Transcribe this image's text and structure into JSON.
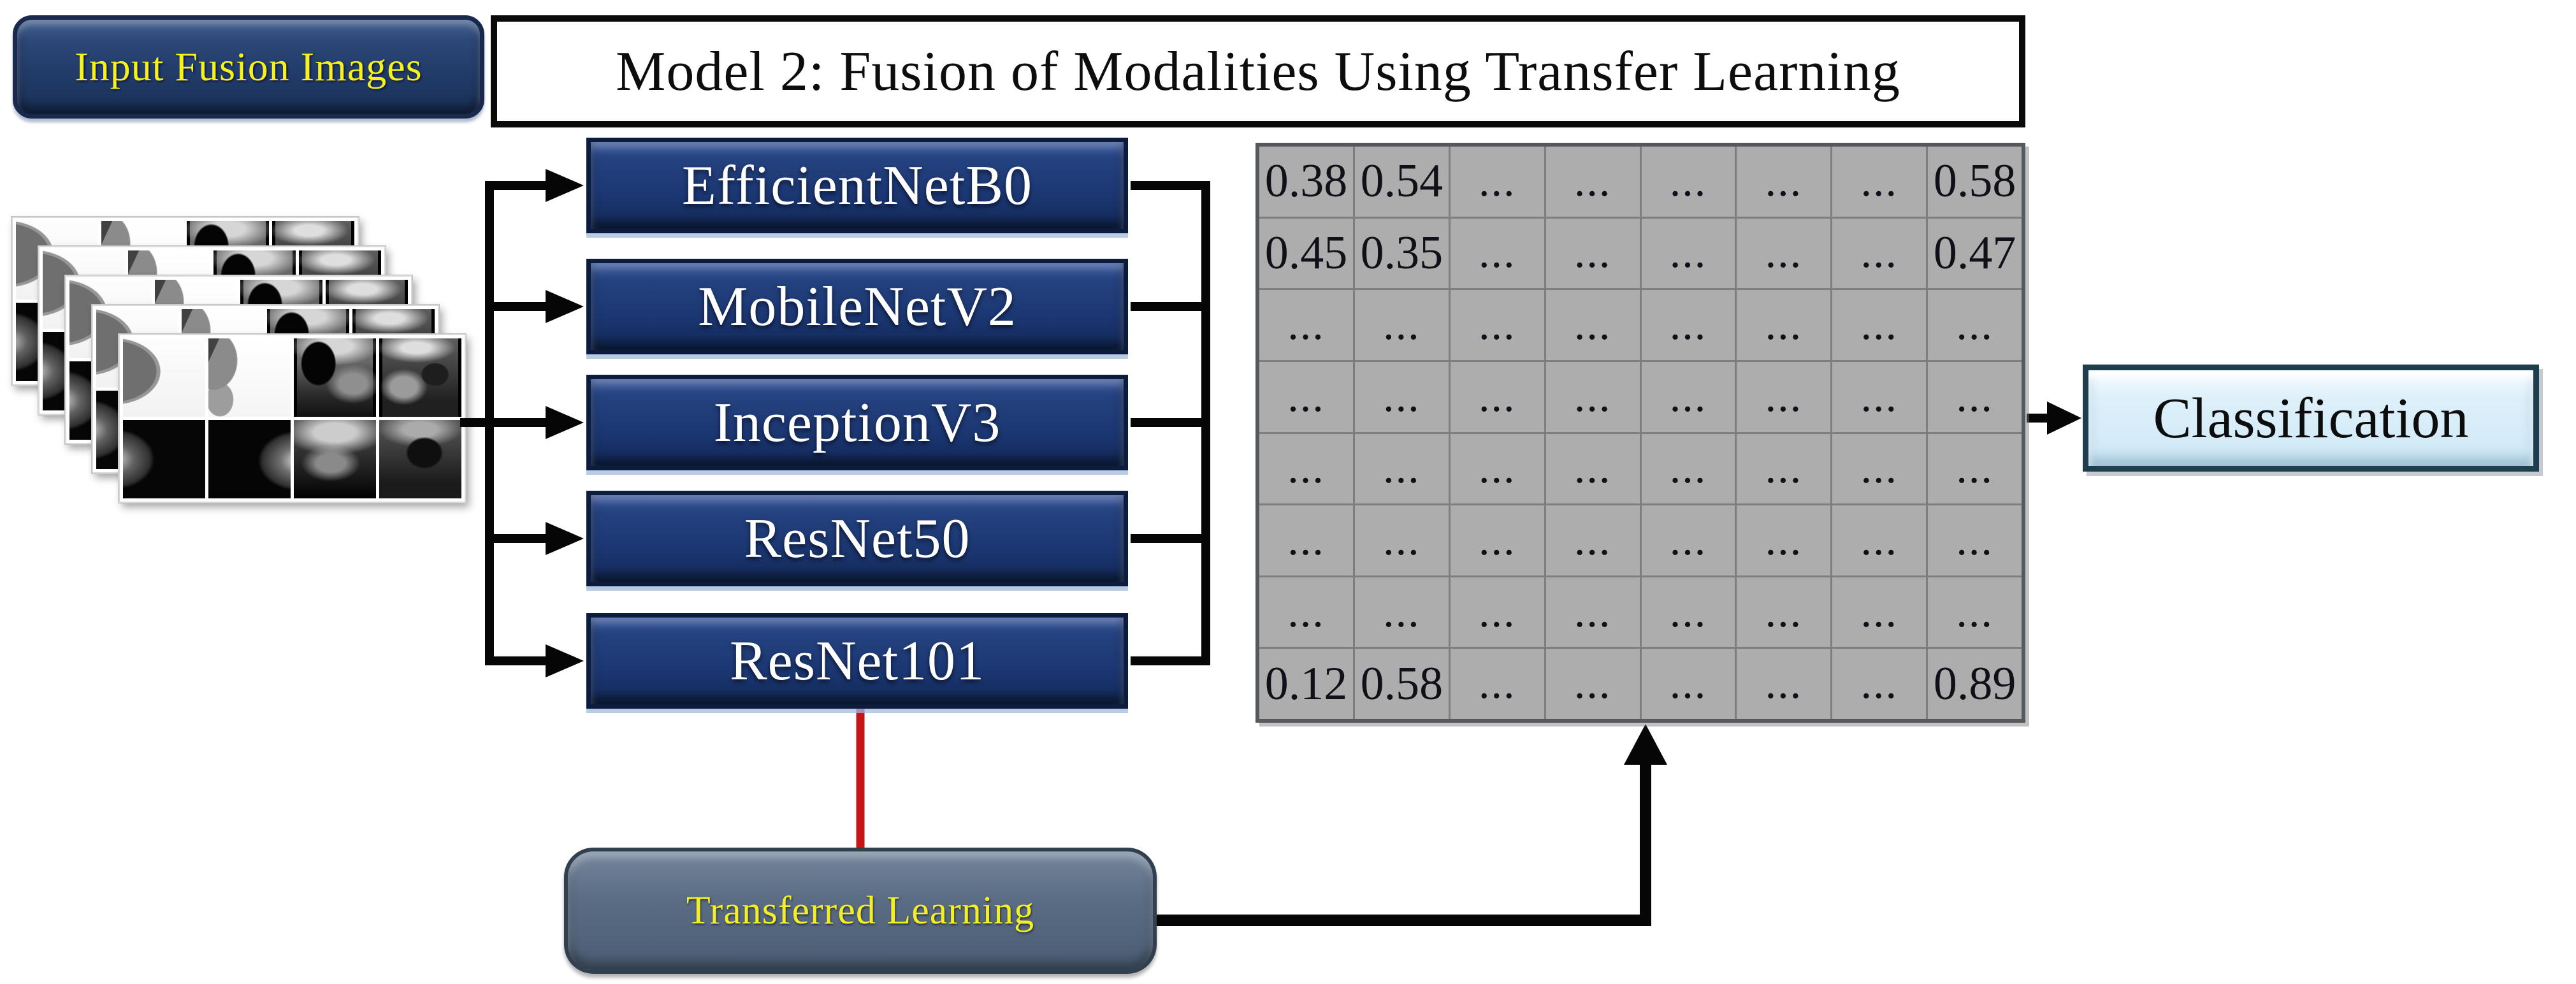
{
  "diagram": {
    "input_button_label": "Input Fusion Images",
    "title": "Model 2: Fusion of Modalities Using Transfer Learning",
    "models": [
      "EfficientNetB0",
      "MobileNetV2",
      "InceptionV3",
      "ResNet50",
      "ResNet101"
    ],
    "transfer_learning_label": "Transferred Learning",
    "classification_label": "Classification",
    "feature_matrix": {
      "rows": [
        [
          "0.38",
          "0.54",
          "...",
          "...",
          "...",
          "...",
          "...",
          "0.58"
        ],
        [
          "0.45",
          "0.35",
          "...",
          "...",
          "...",
          "...",
          "...",
          "0.47"
        ],
        [
          "...",
          "...",
          "...",
          "...",
          "...",
          "...",
          "...",
          "..."
        ],
        [
          "...",
          "...",
          "...",
          "...",
          "...",
          "...",
          "...",
          "..."
        ],
        [
          "...",
          "...",
          "...",
          "...",
          "...",
          "...",
          "...",
          "..."
        ],
        [
          "...",
          "...",
          "...",
          "...",
          "...",
          "...",
          "...",
          "..."
        ],
        [
          "...",
          "...",
          "...",
          "...",
          "...",
          "...",
          "...",
          "..."
        ],
        [
          "0.12",
          "0.58",
          "...",
          "...",
          "...",
          "...",
          "...",
          "0.89"
        ]
      ]
    },
    "input_stack": {
      "card_count": 5,
      "tile_icons": [
        "mammogram-cc",
        "mammogram-profile",
        "ultrasound-lesion",
        "ultrasound-texture",
        "mammogram-mlo-left",
        "mammogram-mlo-right",
        "ultrasound-deep",
        "ultrasound-mass"
      ]
    },
    "colors": {
      "model_box": "#1c3874",
      "input_button": "#223c6a",
      "transfer_box": "#5b6d84",
      "classification_box": "#cfe9f7",
      "matrix_background": "#adadad",
      "connector": "#060606",
      "transfer_link": "#c81414",
      "label_yellow": "#f7f21c"
    }
  }
}
